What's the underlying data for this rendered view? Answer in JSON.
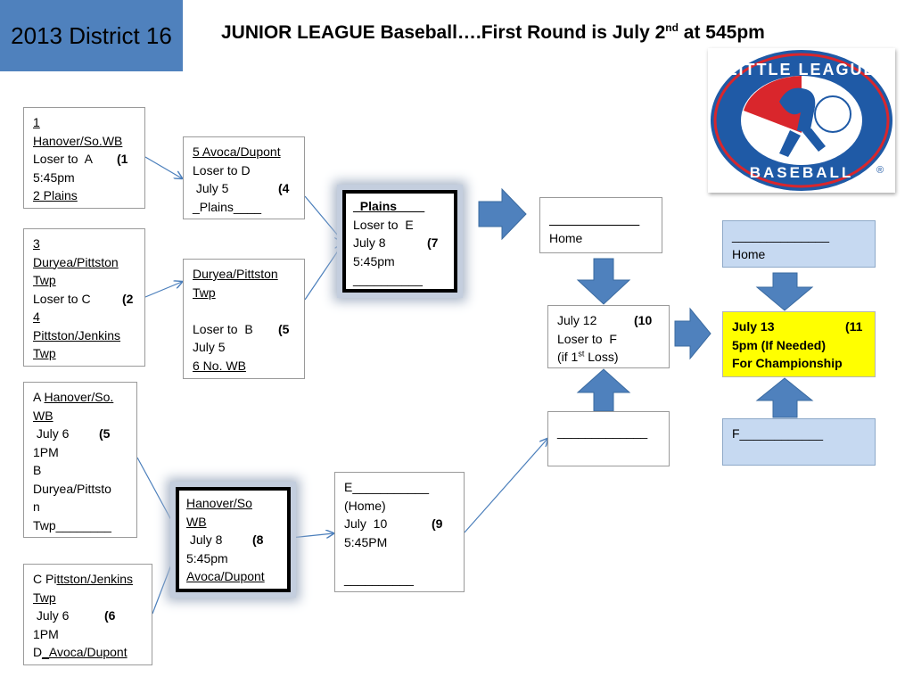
{
  "header": {
    "district": "2013 District 16",
    "title_main": "JUNIOR LEAGUE Baseball….First Round is July 2",
    "title_sup": "nd",
    "title_end": " at 545pm"
  },
  "logo": {
    "text_top": "LITTLE LEAGUE",
    "text_bottom": "BASEBALL",
    "mark": "®",
    "colors": {
      "ring": "#1f5aa6",
      "red": "#d9262c",
      "white": "#ffffff"
    }
  },
  "games": {
    "g1": {
      "l1": "1",
      "l2": "Hanover/So.WB",
      "l3": "Loser to  A",
      "num": "(1",
      "l4": "5:45pm",
      "l5": "2 Plains"
    },
    "g2": {
      "l1": "3",
      "l2": "Duryea/Pittston",
      "l3": "Twp",
      "l4": "Loser to C",
      "num": "(2",
      "l5": "4",
      "l6": "Pittston/Jenkins",
      "l7": "Twp"
    },
    "g3": {
      "l1": "5 Avoca/Dupont",
      "l2": "Loser to D",
      "l3": " July 5",
      "num": "(4",
      "l4": "_Plains____"
    },
    "g4": {
      "l1": "Duryea/Pittston",
      "l2": "Twp",
      "l3": "Loser to  B",
      "num": "(5",
      "l4": "July 5",
      "l5": "6 No. WB"
    },
    "g5": {
      "l1a": "A ",
      "l1b": "Hanover/So.",
      "l2": "WB",
      "l3": " July 6",
      "num": "(5",
      "l4": "1PM",
      "l5": "B",
      "l6": "Duryea/Pittsto",
      "l7": "n",
      "l8": "Twp________"
    },
    "g6": {
      "l1a": "C Pi",
      "l1b": "ttston/Jenkins",
      "l2": "Twp",
      "l3": " July 6",
      "num": "(6",
      "l4": "1PM",
      "l5a": "D",
      "l5b": "_Avoca/Dupont"
    },
    "g7": {
      "l1": "_Plains____",
      "l2": "Loser to  E",
      "l3": "July 8",
      "num": "(7",
      "l4": "5:45pm",
      "l5": "__________"
    },
    "g8": {
      "l1": "Hanover/So",
      "l2": "WB",
      "l3": " July 8",
      "num": "(8",
      "l4": "5:45pm",
      "l5": "Avoca/Dupont"
    },
    "g9": {
      "l1": "E___________",
      "l2": "(Home)",
      "l3": "July  10",
      "num": "(9",
      "l4": "5:45PM",
      "l5": "__________"
    },
    "home1": {
      "l1": "_____________",
      "l2": "Home"
    },
    "g10": {
      "l1": "July 12",
      "num": "(10",
      "l2": "Loser to  F",
      "l3a": "(if 1",
      "l3sup": "st",
      "l3b": " Loss)"
    },
    "blank": {
      "l1": "_____________"
    },
    "home2": {
      "l1": "______________",
      "l2": "Home"
    },
    "g11": {
      "l1": "July 13",
      "num": "(11",
      "l2": "5pm (If Needed)",
      "l3": "For Championship"
    },
    "f": {
      "l1": "F____________"
    }
  },
  "colors": {
    "header_blue": "#4f81bd",
    "arrow_blue": "#4f81bd",
    "light_blue": "#c6d9f1",
    "yellow": "#ffff00"
  }
}
